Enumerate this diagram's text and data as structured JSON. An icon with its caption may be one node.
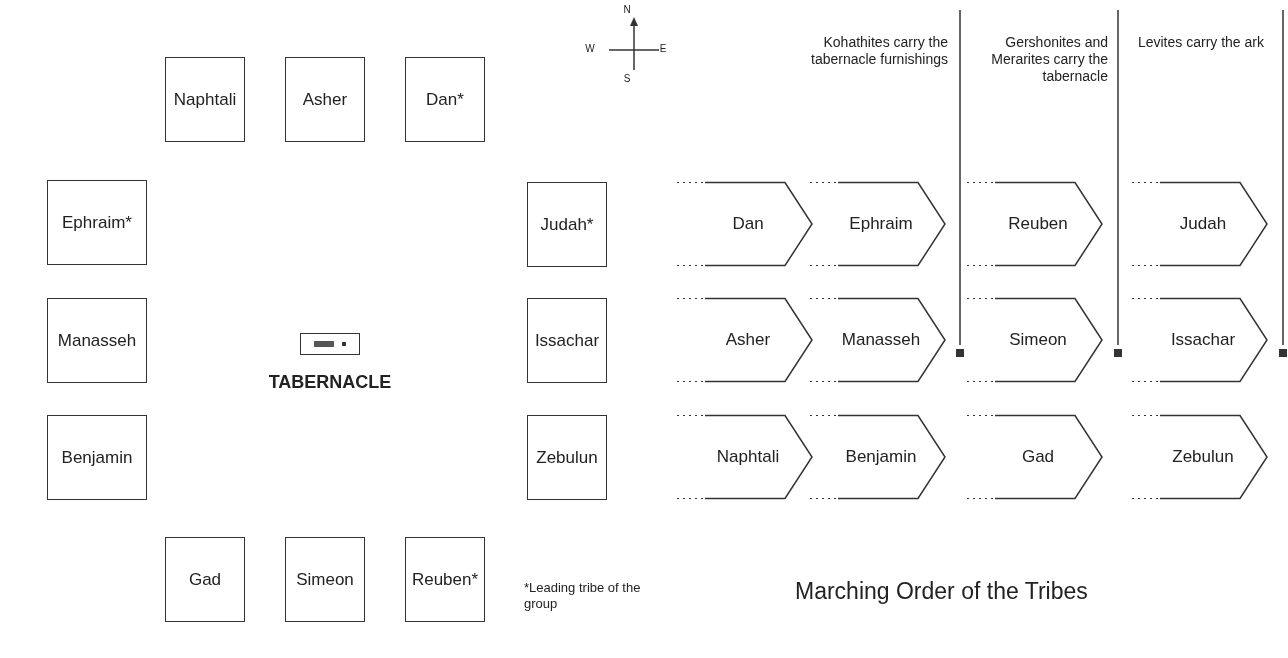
{
  "diagram": {
    "caption": "Marching Order of the Tribes",
    "nodes": [
      {
        "text": [
          "Naphtali"
        ]
      },
      {
        "text": [
          "Asher"
        ]
      },
      {
        "text": [
          "Dan*"
        ]
      },
      {
        "text": [
          "Ephraim*"
        ]
      },
      {
        "text": [
          "Judah*"
        ]
      },
      {
        "text": [
          "Manasseh"
        ]
      },
      {
        "text": [
          "TABERNACLE"
        ]
      },
      {
        "text": [
          "Issachar"
        ]
      },
      {
        "text": [
          "Benjamin"
        ]
      },
      {
        "text": [
          "Zebulun"
        ]
      },
      {
        "text": [
          "Gad"
        ]
      },
      {
        "text": [
          "Simeon"
        ]
      },
      {
        "text": [
          "Reuben*"
        ]
      },
      {
        "text": [
          "Dan"
        ]
      },
      {
        "text": [
          "Ephraim"
        ]
      },
      {
        "text": [
          "Reuben"
        ]
      },
      {
        "text": [
          "Judah"
        ]
      },
      {
        "text": [
          "Asher"
        ]
      },
      {
        "text": [
          "Manasseh"
        ]
      },
      {
        "text": [
          "Simeon"
        ]
      },
      {
        "text": [
          "Issachar"
        ]
      },
      {
        "text": [
          "Naphtali"
        ]
      },
      {
        "text": [
          "Benjamin"
        ]
      },
      {
        "text": [
          "Gad"
        ]
      },
      {
        "text": [
          "Zebulun"
        ]
      }
    ],
    "labels": [
      "N",
      "W",
      "E",
      "S",
      "Kohathites carry the tabernacle furnishings",
      "Gershonites and Merarites carry the tabernacle",
      "Levites carry the ark",
      "*Leading tribe of the group"
    ]
  }
}
